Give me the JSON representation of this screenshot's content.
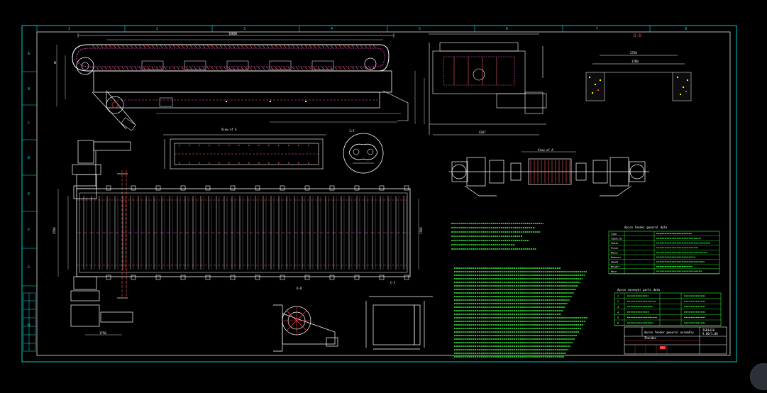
{
  "drawing": {
    "column_numbers": [
      "1",
      "2",
      "3",
      "4",
      "5",
      "6",
      "7",
      "8"
    ],
    "row_letters": [
      "A",
      "B",
      "C",
      "D",
      "E",
      "F",
      "G",
      "H"
    ],
    "view_labels": {
      "section_b": "B-B",
      "view_e": "View of E",
      "view_a": "View of A",
      "section_d": "D-D",
      "section_c": "C-C",
      "detail_scale": "1:5",
      "side_callout": "A"
    },
    "dimensions": {
      "overall_length": "10800",
      "side_width": "4267",
      "plan_length": "1760",
      "plan_width": "2500",
      "motor_length": "1750",
      "section_b_width": "2750",
      "section_b_height": "1200"
    },
    "general_data_title": "Apron feeder general data",
    "general_data_rows": [
      "Type",
      "Capacity",
      "Chain",
      "Pitch",
      "Motor",
      "Reducer",
      "Speed",
      "Weight",
      "Note"
    ],
    "parts_list_title": "Apron conveyor parts data",
    "parts_list_rows": [
      "1",
      "2",
      "3",
      "4",
      "5",
      "6"
    ],
    "title_block": {
      "drawing_no": "ZGB1420",
      "sub_no": "9.00/1.00",
      "title_line": "Apron feeder general assembly",
      "second_line": "Zhoudao"
    }
  }
}
